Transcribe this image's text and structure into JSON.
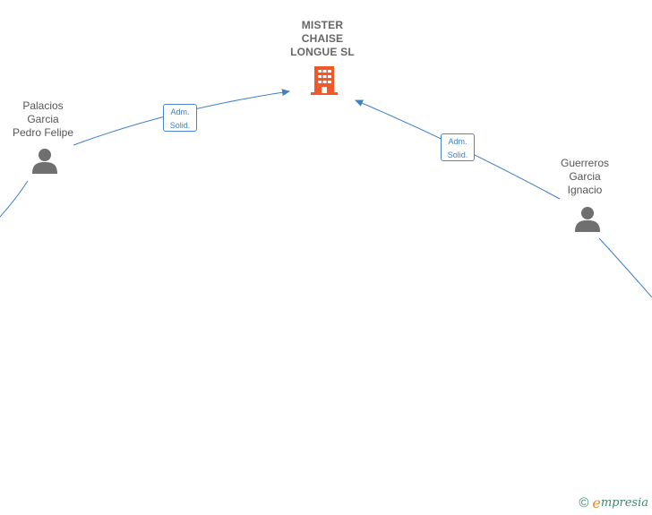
{
  "company": {
    "lines": [
      "MISTER",
      "CHAISE",
      "LONGUE  SL"
    ]
  },
  "people": [
    {
      "lines": [
        "Palacios",
        "Garcia",
        "Pedro Felipe"
      ]
    },
    {
      "lines": [
        "Guerreros",
        "Garcia",
        "Ignacio"
      ]
    }
  ],
  "edges": [
    {
      "label_lines": [
        "Adm.",
        "Solid."
      ]
    },
    {
      "label_lines": [
        "Adm.",
        "Solid."
      ]
    }
  ],
  "footer": {
    "copyright": "©",
    "brand_e": "e",
    "brand_rest": "mpresia"
  },
  "colors": {
    "edge": "#3f7fc6",
    "company_icon": "#f0582a",
    "person_icon": "#6f6f6f"
  }
}
